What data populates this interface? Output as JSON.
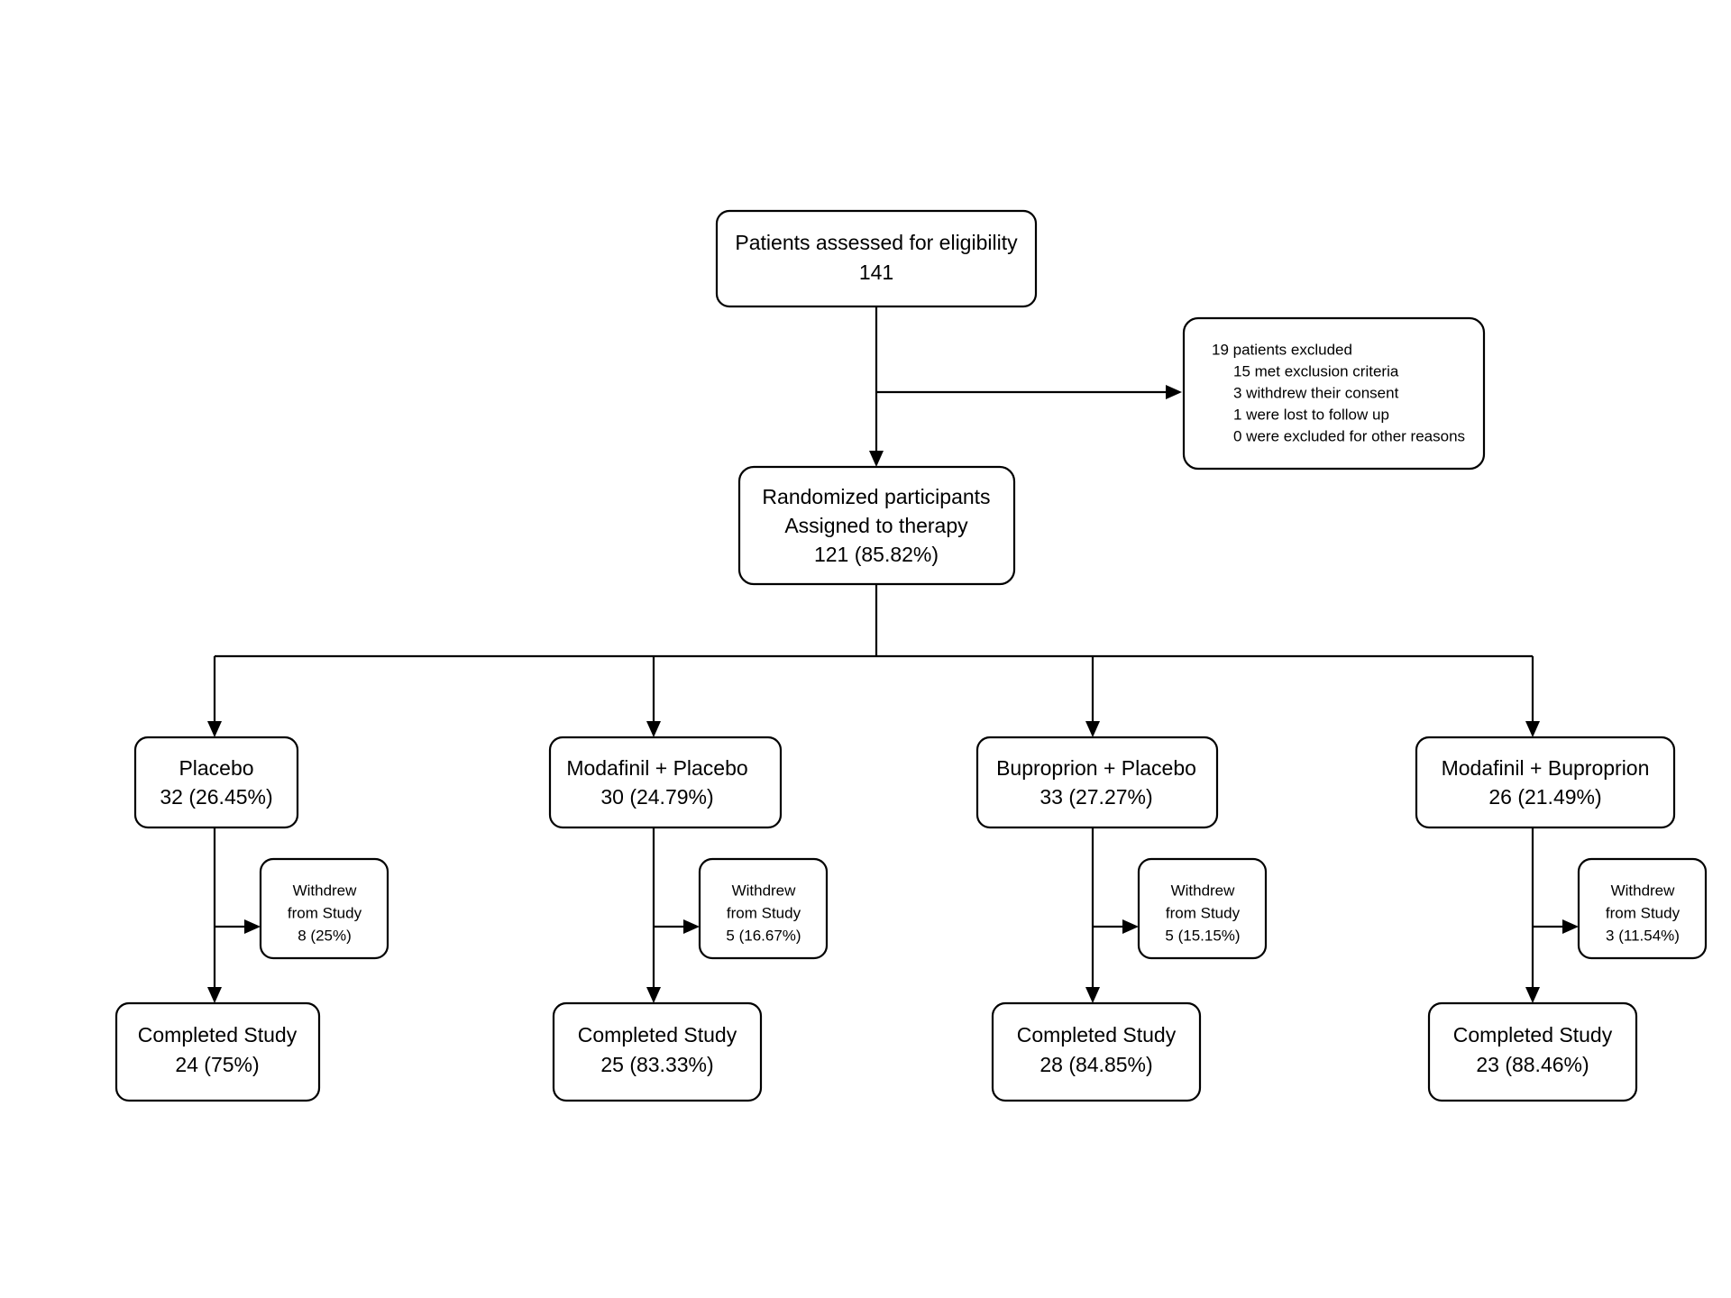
{
  "diagram": {
    "type": "consort-flow-diagram",
    "background_color": "#ffffff",
    "line_color": "#000000",
    "text_color": "#000000"
  },
  "nodes": {
    "eligibility": {
      "line1": "Patients assessed for eligibility",
      "line2": "141"
    },
    "excluded": {
      "line1": "19 patients excluded",
      "line2": "15 met exclusion criteria",
      "line3": "3 withdrew their consent",
      "line4": "1 were lost to follow up",
      "line5": "0 were excluded for other reasons"
    },
    "randomized": {
      "line1": "Randomized participants",
      "line2": "Assigned to therapy",
      "line3": "121 (85.82%)"
    }
  },
  "arms": [
    {
      "id": "placebo",
      "arm_line1": "Placebo",
      "arm_line2": "32 (26.45%)",
      "withdrew_line1": "Withdrew",
      "withdrew_line2": "from Study",
      "withdrew_line3": "8 (25%)",
      "completed_line1": "Completed Study",
      "completed_line2": "24 (75%)"
    },
    {
      "id": "modafinil-placebo",
      "arm_line1": "Modafinil + Placebo",
      "arm_line2": "30 (24.79%)",
      "withdrew_line1": "Withdrew",
      "withdrew_line2": "from Study",
      "withdrew_line3": "5 (16.67%)",
      "completed_line1": "Completed Study",
      "completed_line2": "25 (83.33%)"
    },
    {
      "id": "buproprion-placebo",
      "arm_line1": "Buproprion + Placebo",
      "arm_line2": "33 (27.27%)",
      "withdrew_line1": "Withdrew",
      "withdrew_line2": "from Study",
      "withdrew_line3": "5 (15.15%)",
      "completed_line1": "Completed Study",
      "completed_line2": "28 (84.85%)"
    },
    {
      "id": "modafinil-buproprion",
      "arm_line1": "Modafinil + Buproprion",
      "arm_line2": "26 (21.49%)",
      "withdrew_line1": "Withdrew",
      "withdrew_line2": "from Study",
      "withdrew_line3": "3 (11.54%)",
      "completed_line1": "Completed Study",
      "completed_line2": "23 (88.46%)"
    }
  ]
}
